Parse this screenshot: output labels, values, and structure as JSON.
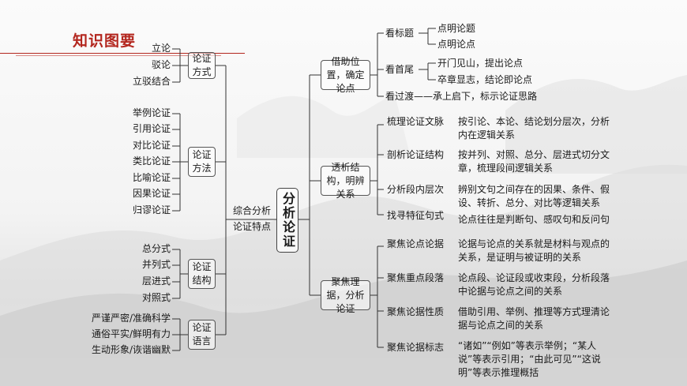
{
  "title": "知识图要",
  "center": "分析论证",
  "mid_label": {
    "line1": "综合分析",
    "line2": "论证特点"
  },
  "left_groups": [
    {
      "box": "论证方式",
      "items": [
        "立论",
        "驳论",
        "立驳结合"
      ]
    },
    {
      "box": "论证方法",
      "items": [
        "举例论证",
        "引用论证",
        "对比论证",
        "类比论证",
        "比喻论证",
        "因果论证",
        "归谬论证"
      ]
    },
    {
      "box": "论证结构",
      "items": [
        "总分式",
        "并列式",
        "层进式",
        "对照式"
      ]
    },
    {
      "box": "论证语言",
      "items": [
        "严谨严密/准确科学",
        "通俗平实/鲜明有力",
        "生动形象/诙谐幽默"
      ]
    }
  ],
  "right_groups": [
    {
      "box": "借助位置，确定论点",
      "sub": [
        {
          "label": "看标题",
          "desc": "",
          "items": [
            "点明论题",
            "点明论点"
          ]
        },
        {
          "label": "看首尾",
          "desc": "",
          "items": [
            "开门见山，提出论点",
            "卒章显志，结论即论点"
          ]
        },
        {
          "label": "看过渡——承上启下，标示论证思路",
          "desc": "",
          "items": []
        }
      ]
    },
    {
      "box": "透析结构，明辨关系",
      "sub": [
        {
          "label": "梳理论证文脉",
          "desc": "按引论、本论、结论划分层次，分析内在逻辑关系",
          "items": []
        },
        {
          "label": "剖析论证结构",
          "desc": "按并列、对照、总分、层进式切分文章，梳理段间逻辑关系",
          "items": []
        },
        {
          "label": "分析段内层次",
          "desc": "辨别文句之间存在的因果、条件、假设、转折、总分、对比等逻辑关系",
          "items": []
        },
        {
          "label": "找寻特征句式",
          "desc": "论点往往是判断句、感叹句和反问句",
          "items": []
        }
      ]
    },
    {
      "box": "聚焦理据，分析论证",
      "sub": [
        {
          "label": "聚焦论点论据",
          "desc": "论据与论点的关系就是材料与观点的关系，是证明与被证明的关系",
          "items": []
        },
        {
          "label": "聚焦重点段落",
          "desc": "论点段、论证段或收束段，分析段落中论据与论点之间的关系",
          "items": []
        },
        {
          "label": "聚焦论据性质",
          "desc": "借助引用、举例、推理等方式理清论据与论点之间的关系",
          "items": []
        },
        {
          "label": "聚焦论据标志",
          "desc": "“诸如”“例如”等表示举例；“某人说”等表示引用；“由此可见”“这说明”等表示推理概括",
          "items": []
        }
      ]
    }
  ]
}
